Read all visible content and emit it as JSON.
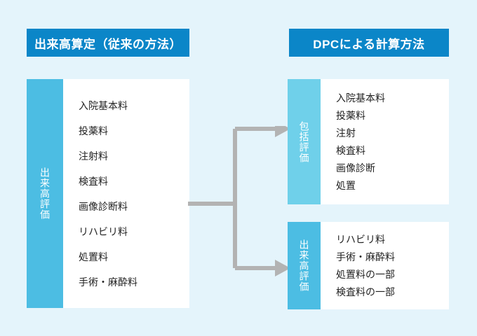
{
  "diagram": {
    "title_left": "出来高算定（従来の方法）",
    "title_right": "DPCによる計算方法",
    "background_color": "#e4f4fb",
    "header_color": "#0b86c8",
    "accent_color": "#4cbde3",
    "accent_light_color": "#6fd0ea",
    "connector_color": "#b3b3b3"
  },
  "left_panel": {
    "side_label": "出来高評価",
    "items": [
      "入院基本料",
      "投薬料",
      "注射料",
      "検査料",
      "画像診断料",
      "リハビリ料",
      "処置料",
      "手術・麻酔料"
    ]
  },
  "right_top_panel": {
    "side_label": "包括評価",
    "items": [
      "入院基本料",
      "投薬料",
      "注射",
      "検査料",
      "画像診断",
      "処置"
    ]
  },
  "right_bottom_panel": {
    "side_label": "出来高評価",
    "items": [
      "リハビリ料",
      "手術・麻酔料",
      "処置料の一部",
      "検査料の一部"
    ]
  },
  "connector": {
    "name": "split-arrow-connector",
    "branches": 2
  }
}
